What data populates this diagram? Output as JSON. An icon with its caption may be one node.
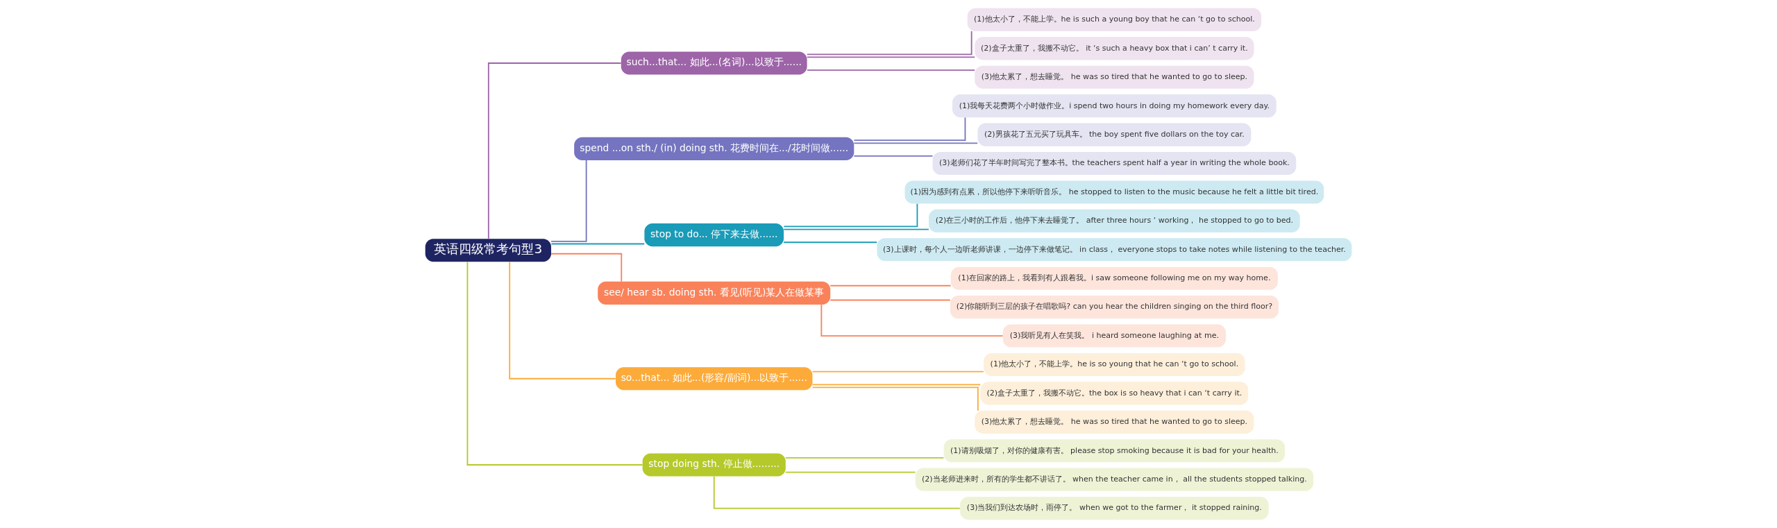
{
  "diagram": {
    "nodes": [
      {
        "text": [
          "英语四级常考句型3"
        ]
      },
      {
        "text": [
          "such...that... 如此...(名词)...以致于......"
        ]
      },
      {
        "text": [
          "(1)他太小了，不能上学。he is such a young boy that he can ‘t go to school."
        ]
      },
      {
        "text": [
          "(2)盒子太重了，我搬不动它。 it ‘s such a heavy box that i can’ t carry it."
        ]
      },
      {
        "text": [
          "(3)他太累了，想去睡觉。 he was so tired that he wanted to go to sleep."
        ]
      },
      {
        "text": [
          "spend ...on sth./ (in) doing sth. 花费时间在.../花时间做......"
        ]
      },
      {
        "text": [
          "(1)我每天花费两个小时做作业。i spend two hours in doing my homework every day."
        ]
      },
      {
        "text": [
          "(2)男孩花了五元买了玩具车。 the boy spent five dollars on the toy car."
        ]
      },
      {
        "text": [
          "(3)老师们花了半年时间写完了整本书。the teachers spent half a year in writing the whole book."
        ]
      },
      {
        "text": [
          "stop to do... 停下来去做......"
        ]
      },
      {
        "text": [
          "(1)因为感到有点累，所以他停下来听听音乐。 he stopped to listen to the music because he felt a little bit tired."
        ]
      },
      {
        "text": [
          "(2)在三小时的工作后，他停下来去睡觉了。 after three hours ‘ working， he stopped to go to bed."
        ]
      },
      {
        "text": [
          "(3)上课时，每个人一边听老师讲课，一边停下来做笔记。 in class， everyone stops to take notes while listening to the teacher."
        ]
      },
      {
        "text": [
          "see/ hear sb. doing sth. 看见(听见)某人在做某事"
        ]
      },
      {
        "text": [
          "(1)在回家的路上，我看到有人跟着我。i saw someone following me on my way home."
        ]
      },
      {
        "text": [
          "(2)你能听到三层的孩子在唱歌吗? can you hear the children singing on the third floor?"
        ]
      },
      {
        "text": [
          "(3)我听见有人在笑我。 i heard someone laughing at me."
        ]
      },
      {
        "text": [
          "so...that... 如此...(形容/副词)...以致于......"
        ]
      },
      {
        "text": [
          "(1)他太小了，不能上学。he is so young that he can ‘t go to school."
        ]
      },
      {
        "text": [
          "(2)盒子太重了，我搬不动它。the box is so heavy that i can ‘t carry it."
        ]
      },
      {
        "text": [
          "(3)他太累了，想去睡觉。 he was so tired that he wanted to go to sleep."
        ]
      },
      {
        "text": [
          "stop doing sth. 停止做........."
        ]
      },
      {
        "text": [
          "(1)请别吸烟了，对你的健康有害。 please stop smoking because it is bad for your health."
        ]
      },
      {
        "text": [
          "(2)当老师进来时，所有的学生都不讲话了。 when the teacher came in， all the students stopped talking."
        ]
      },
      {
        "text": [
          "(3)当我们到达农场时，雨停了。 when we got to the farmer， it stopped raining."
        ]
      }
    ],
    "edges": [
      {
        "from": 0,
        "to": 1,
        "arrow": "none",
        "color": "#9d64a8"
      },
      {
        "from": 1,
        "to": 2,
        "arrow": "none",
        "color": "#9d64a8"
      },
      {
        "from": 1,
        "to": 3,
        "arrow": "none",
        "color": "#9d64a8"
      },
      {
        "from": 1,
        "to": 4,
        "arrow": "none",
        "color": "#9d64a8"
      },
      {
        "from": 0,
        "to": 5,
        "arrow": "none",
        "color": "#7474c0"
      },
      {
        "from": 5,
        "to": 6,
        "arrow": "none",
        "color": "#7474c0"
      },
      {
        "from": 5,
        "to": 7,
        "arrow": "none",
        "color": "#7474c0"
      },
      {
        "from": 5,
        "to": 8,
        "arrow": "none",
        "color": "#7474c0"
      },
      {
        "from": 0,
        "to": 9,
        "arrow": "none",
        "color": "#1a9bb8"
      },
      {
        "from": 9,
        "to": 10,
        "arrow": "none",
        "color": "#1a9bb8"
      },
      {
        "from": 9,
        "to": 11,
        "arrow": "none",
        "color": "#1a9bb8"
      },
      {
        "from": 9,
        "to": 12,
        "arrow": "none",
        "color": "#1a9bb8"
      },
      {
        "from": 0,
        "to": 13,
        "arrow": "none",
        "color": "#f9825a"
      },
      {
        "from": 13,
        "to": 14,
        "arrow": "none",
        "color": "#f9825a"
      },
      {
        "from": 13,
        "to": 15,
        "arrow": "none",
        "color": "#f9825a"
      },
      {
        "from": 13,
        "to": 16,
        "arrow": "none",
        "color": "#f9825a"
      },
      {
        "from": 0,
        "to": 17,
        "arrow": "none",
        "color": "#fcab3a"
      },
      {
        "from": 17,
        "to": 18,
        "arrow": "none",
        "color": "#fcab3a"
      },
      {
        "from": 17,
        "to": 19,
        "arrow": "none",
        "color": "#fcab3a"
      },
      {
        "from": 17,
        "to": 20,
        "arrow": "none",
        "color": "#fcab3a"
      },
      {
        "from": 0,
        "to": 21,
        "arrow": "none",
        "color": "#b5c92b"
      },
      {
        "from": 21,
        "to": 22,
        "arrow": "none",
        "color": "#b5c92b"
      },
      {
        "from": 21,
        "to": 23,
        "arrow": "none",
        "color": "#b5c92b"
      },
      {
        "from": 21,
        "to": 24,
        "arrow": "none",
        "color": "#b5c92b"
      }
    ]
  }
}
